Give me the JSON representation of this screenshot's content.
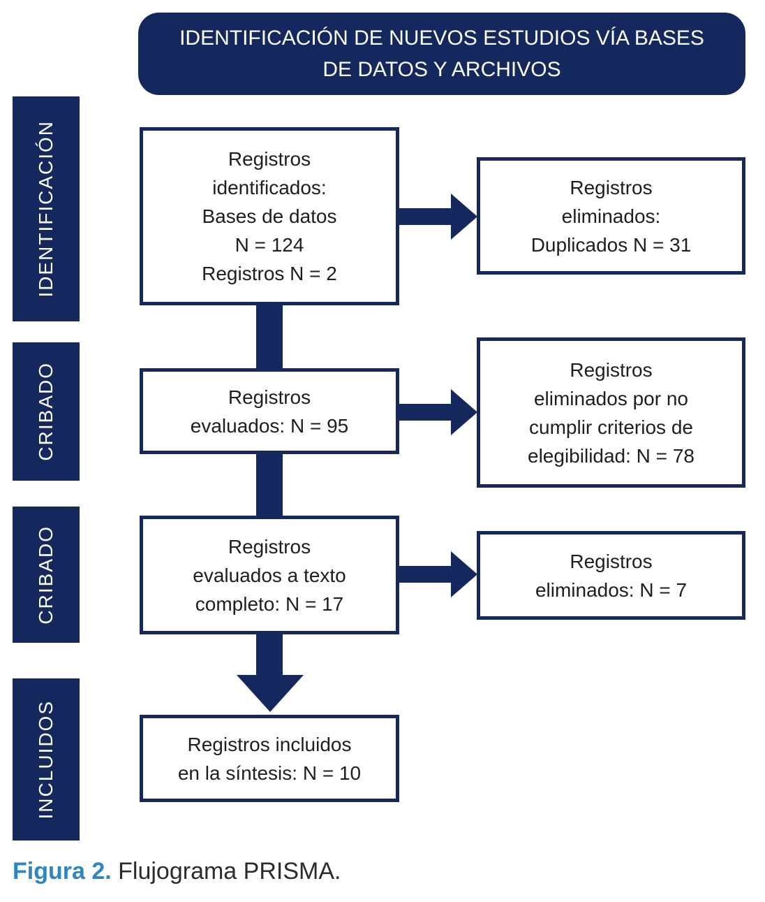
{
  "header": {
    "title": "IDENTIFICACIÓN DE NUEVOS ESTUDIOS VÍA BASES\nDE DATOS Y ARCHIVOS"
  },
  "sidebar": {
    "stages": [
      {
        "label": "IDENTIFICACIÓN"
      },
      {
        "label": "CRIBADO"
      },
      {
        "label": "CRIBADO"
      },
      {
        "label": "INCLUIDOS"
      }
    ]
  },
  "flow": {
    "main_boxes": [
      {
        "text": "Registros\nidentificados:\nBases de datos\nN = 124\nRegistros N = 2"
      },
      {
        "text": "Registros\nevaluados: N = 95"
      },
      {
        "text": "Registros\nevaluados a texto\ncompleto: N = 17"
      },
      {
        "text": "Registros incluidos\nen la síntesis: N = 10"
      }
    ],
    "side_boxes": [
      {
        "text": "Registros\neliminados:\nDuplicados N = 31"
      },
      {
        "text": "Registros\neliminados por no\ncumplir criterios de\nelegibilidad: N = 78"
      },
      {
        "text": "Registros\neliminados: N = 7"
      }
    ]
  },
  "caption": {
    "label": "Figura 2.",
    "text": " Flujograma PRISMA."
  },
  "colors": {
    "navy": "#14285e",
    "caption_blue": "#2e86c1",
    "box_text": "#1e1e1e",
    "background": "#ffffff"
  }
}
